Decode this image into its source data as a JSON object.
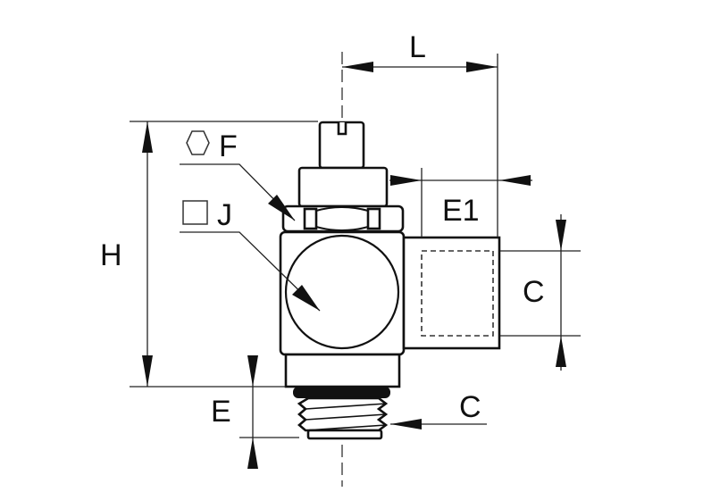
{
  "title": "Flow control valve dimension drawing",
  "labels": {
    "L": "L",
    "E1": "E1",
    "H": "H",
    "C_port": "C",
    "C_thread": "C",
    "E": "E",
    "F": "F",
    "J": "J"
  },
  "icons": {
    "F": "hexagon-icon",
    "J": "square-icon"
  },
  "colors": {
    "line": "#111111",
    "background": "#ffffff"
  }
}
